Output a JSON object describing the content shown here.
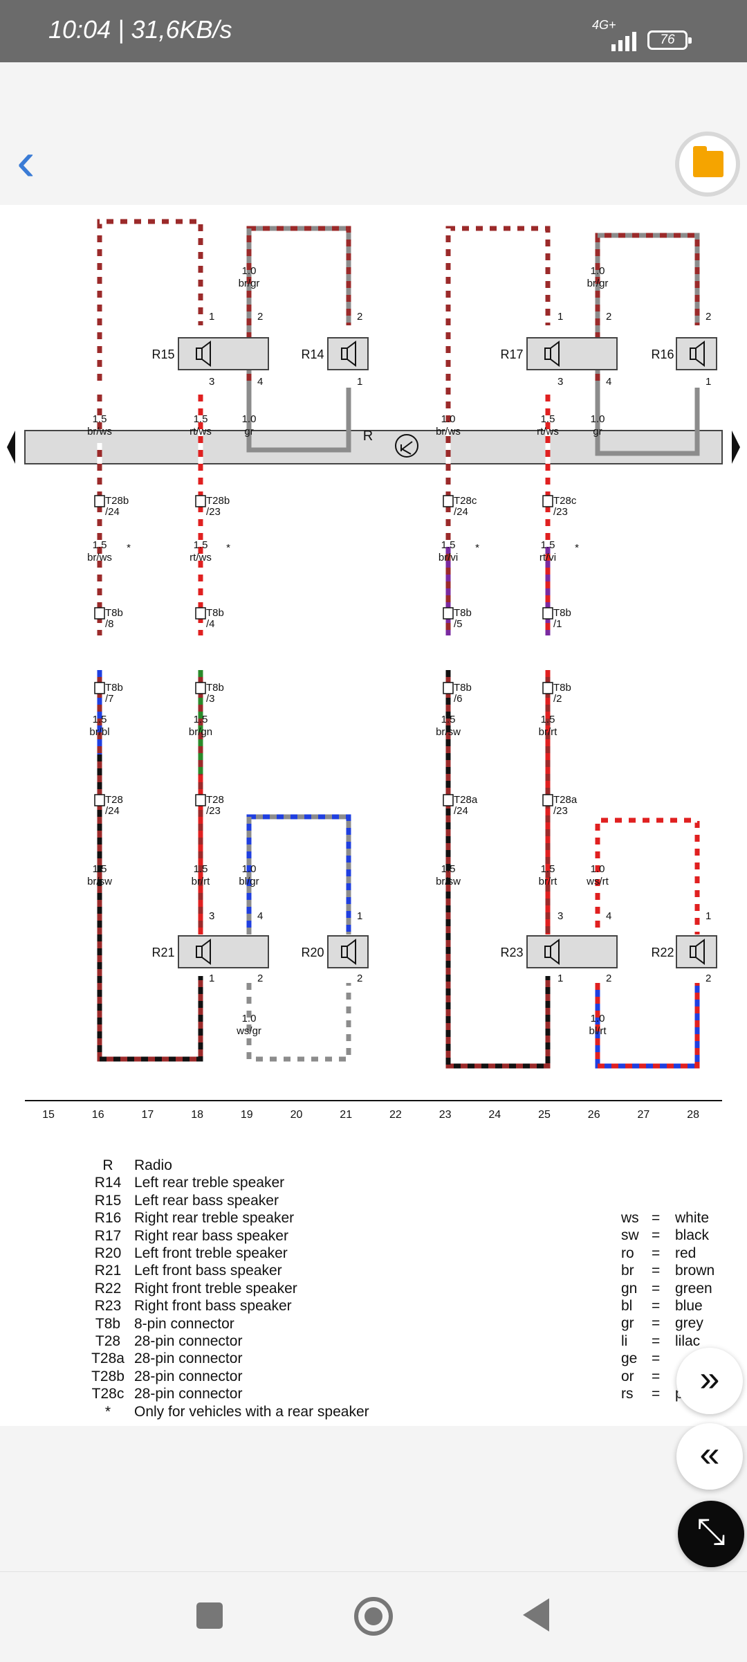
{
  "status_bar": {
    "time": "10:04 | 31,6KB/s",
    "network": "4G+",
    "battery": "76"
  },
  "diagram": {
    "bus": {
      "name": "R"
    },
    "speakers": [
      "R15",
      "R14",
      "R17",
      "R16",
      "R21",
      "R20",
      "R23",
      "R22"
    ],
    "wires": {
      "w16t": [
        "1.5",
        "br/ws"
      ],
      "w18t": [
        "1.5",
        "rt/ws"
      ],
      "w19t": [
        "1.0",
        "gr"
      ],
      "w19u": [
        "1.0",
        "br/gr"
      ],
      "w23t": [
        "1.0",
        "br/ws"
      ],
      "w25t": [
        "1.5",
        "rt/ws"
      ],
      "w26t": [
        "1.0",
        "gr"
      ],
      "w26u": [
        "1.0",
        "br/gr"
      ],
      "w16m": [
        "1.5",
        "br/ws"
      ],
      "w18m": [
        "1.5",
        "rt/ws"
      ],
      "w23m": [
        "1.5",
        "br/vi"
      ],
      "w25m": [
        "1.5",
        "rt/vi"
      ],
      "w16b": [
        "1.5",
        "br/bl"
      ],
      "w18b": [
        "1.5",
        "br/gn"
      ],
      "w23b": [
        "1.5",
        "br/sw"
      ],
      "w25b": [
        "1.5",
        "br/rt"
      ],
      "w16l": [
        "1.5",
        "br/sw"
      ],
      "w18l": [
        "1.5",
        "br/rt"
      ],
      "w19l": [
        "1.0",
        "bl/gr"
      ],
      "w19x": [
        "1.0",
        "ws/gr"
      ],
      "w23l": [
        "1.5",
        "br/sw"
      ],
      "w25l": [
        "1.5",
        "br/rt"
      ],
      "w26l": [
        "1.0",
        "ws/rt"
      ],
      "w26x": [
        "1.0",
        "bl/rt"
      ]
    },
    "connectors": {
      "c16a": [
        "T28b",
        "/24"
      ],
      "c18a": [
        "T28b",
        "/23"
      ],
      "c23a": [
        "T28c",
        "/24"
      ],
      "c25a": [
        "T28c",
        "/23"
      ],
      "c16b": [
        "T8b",
        "/8"
      ],
      "c18b": [
        "T8b",
        "/4"
      ],
      "c23b": [
        "T8b",
        "/5"
      ],
      "c25b": [
        "T8b",
        "/1"
      ],
      "c16c": [
        "T8b",
        "/7"
      ],
      "c18c": [
        "T8b",
        "/3"
      ],
      "c23c": [
        "T8b",
        "/6"
      ],
      "c25c": [
        "T8b",
        "/2"
      ],
      "c16d": [
        "T28",
        "/24"
      ],
      "c18d": [
        "T28",
        "/23"
      ],
      "c23d": [
        "T28a",
        "/24"
      ],
      "c25d": [
        "T28a",
        "/23"
      ]
    },
    "pins": {
      "p1": "1",
      "p2": "2",
      "p3": "3",
      "p4": "4",
      "plus": "+",
      "minus": "-",
      "star": "*"
    },
    "grid_numbers": [
      "15",
      "16",
      "17",
      "18",
      "19",
      "20",
      "21",
      "22",
      "23",
      "24",
      "25",
      "26",
      "27",
      "28"
    ]
  },
  "legend": {
    "components": [
      {
        "code": "R",
        "label": "Radio"
      },
      {
        "code": "R14",
        "label": "Left rear treble speaker"
      },
      {
        "code": "R15",
        "label": "Left rear bass speaker"
      },
      {
        "code": "R16",
        "label": "Right rear treble speaker"
      },
      {
        "code": "R17",
        "label": "Right rear bass speaker"
      },
      {
        "code": "R20",
        "label": "Left front treble speaker"
      },
      {
        "code": "R21",
        "label": "Left front bass speaker"
      },
      {
        "code": "R22",
        "label": "Right front treble speaker"
      },
      {
        "code": "R23",
        "label": "Right front bass speaker"
      },
      {
        "code": "T8b",
        "label": "8-pin connector"
      },
      {
        "code": "T28",
        "label": "28-pin connector"
      },
      {
        "code": "T28a",
        "label": "28-pin connector"
      },
      {
        "code": "T28b",
        "label": "28-pin connector"
      },
      {
        "code": "T28c",
        "label": "28-pin connector"
      },
      {
        "code": "*",
        "label": "Only for vehicles with a rear speaker"
      }
    ],
    "colors": [
      {
        "code": "ws",
        "eq": "=",
        "name": "white"
      },
      {
        "code": "sw",
        "eq": "=",
        "name": "black"
      },
      {
        "code": "ro",
        "eq": "=",
        "name": "red"
      },
      {
        "code": "br",
        "eq": "=",
        "name": "brown"
      },
      {
        "code": "gn",
        "eq": "=",
        "name": "green"
      },
      {
        "code": "bl",
        "eq": "=",
        "name": "blue"
      },
      {
        "code": "gr",
        "eq": "=",
        "name": "grey"
      },
      {
        "code": "li",
        "eq": "=",
        "name": "lilac"
      },
      {
        "code": "ge",
        "eq": "=",
        "name": ""
      },
      {
        "code": "or",
        "eq": "=",
        "name": ""
      },
      {
        "code": "rs",
        "eq": "=",
        "name": "p"
      }
    ]
  },
  "fabs": {
    "next": "»",
    "prev": "«",
    "collapse": "⤡"
  },
  "colors": {
    "brown": "#9b2a2a",
    "red": "#e02020",
    "grey": "#8c8c8c",
    "blue": "#1f3fe0",
    "green": "#2a8a2a",
    "violet": "#7a2aa0",
    "black": "#111111",
    "white": "#ffffff",
    "accent": "#3a7bd5",
    "folder": "#f5a400"
  }
}
